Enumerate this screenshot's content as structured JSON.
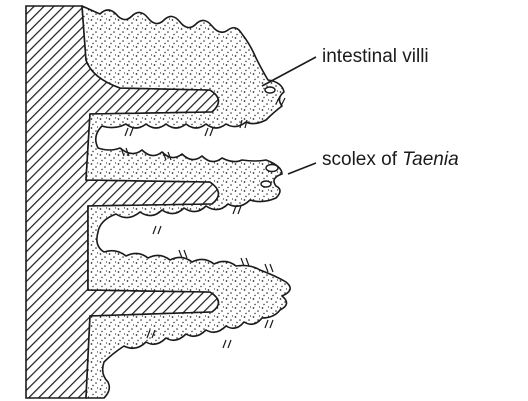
{
  "labels": {
    "villi": "intestinal  villi",
    "scolex": "scolex",
    "of": "of",
    "genus": "Taenia"
  },
  "colors": {
    "ink": "#1b1b1b",
    "background": "#ffffff"
  }
}
